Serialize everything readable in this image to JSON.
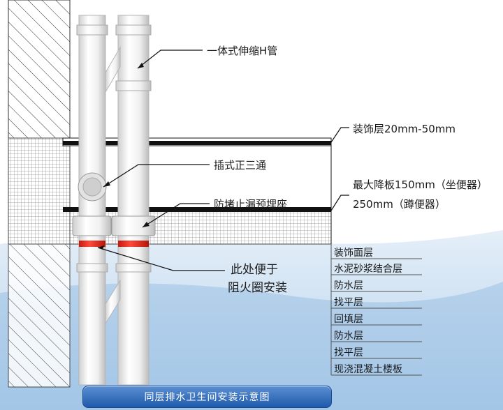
{
  "labels": {
    "h_pipe": "一体式伸缩H管",
    "finish_thickness": "装饰层20mm-50mm",
    "tee": "插式正三通",
    "max_drop": "最大降板150mm（坐便器）",
    "squat_drop": "250mm（蹲便器）",
    "leak_seat": "防堵止漏预埋座",
    "fire_ring_line1": "此处便于",
    "fire_ring_line2": "阻火圈安装"
  },
  "layers": [
    "装饰面层",
    "水泥砂浆结合层",
    "防水层",
    "找平层",
    "回填层",
    "防水层",
    "找平层",
    "现浇混凝土楼板"
  ],
  "caption": "同层排水卫生间安装示意图",
  "colors": {
    "pipe": "#f2f2f2",
    "fire_ring": "#e62b1e",
    "caption": "#2f6cc0",
    "water": "#bcd6ee",
    "slab_line": "#111111"
  }
}
